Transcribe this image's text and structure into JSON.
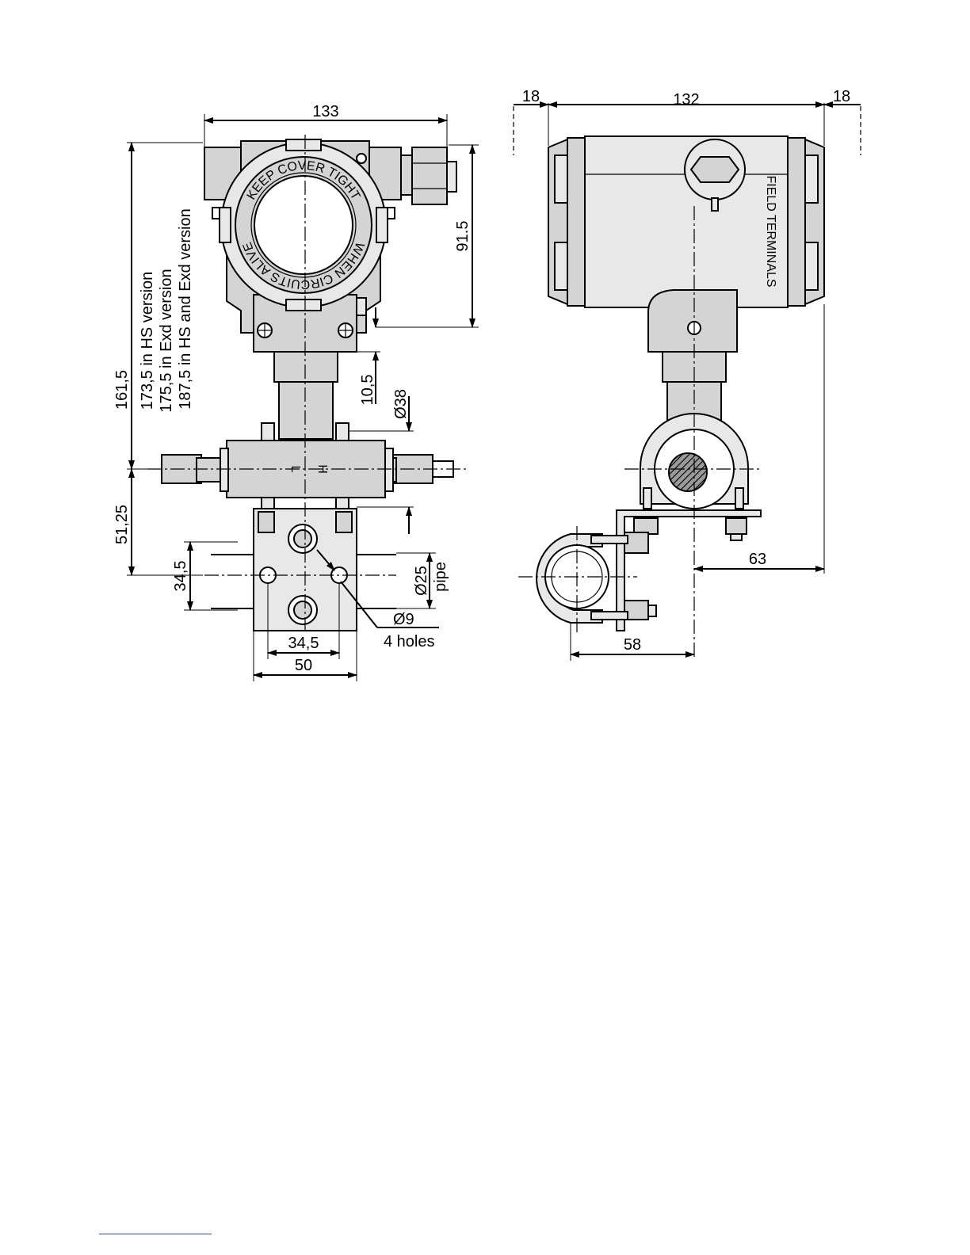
{
  "front_view": {
    "dim_width_total": "133",
    "dim_height_head": "91.5",
    "dim_height_total": "161,5",
    "dim_lower_height": "51,25",
    "dim_neck_offset": "10,5",
    "dim_neck_diameter": "Ø38",
    "dim_pipe_diameter": "Ø25",
    "pipe_label": "pipe",
    "dim_bolt_vertical": "34,5",
    "dim_bolt_horizontal": "34,5",
    "dim_bracket_width": "50",
    "hole_diameter": "Ø9",
    "hole_count": "4 holes",
    "note_hs": "173,5 in HS version",
    "note_exd": "175,5 in Exd version",
    "note_hs_exd": "187,5 in HS and Exd version",
    "cover_text_top": "KEEP COVER TIGHT",
    "cover_text_bottom": "WHEN CIRCUITS ALIVE",
    "port_low": "L",
    "port_high": "H"
  },
  "side_view": {
    "dim_cap_left": "18",
    "dim_body_width": "132",
    "dim_cap_right": "18",
    "terminal_label": "FIELD TERMINALS",
    "dim_bracket_offset": "63",
    "dim_clamp_width": "58"
  }
}
